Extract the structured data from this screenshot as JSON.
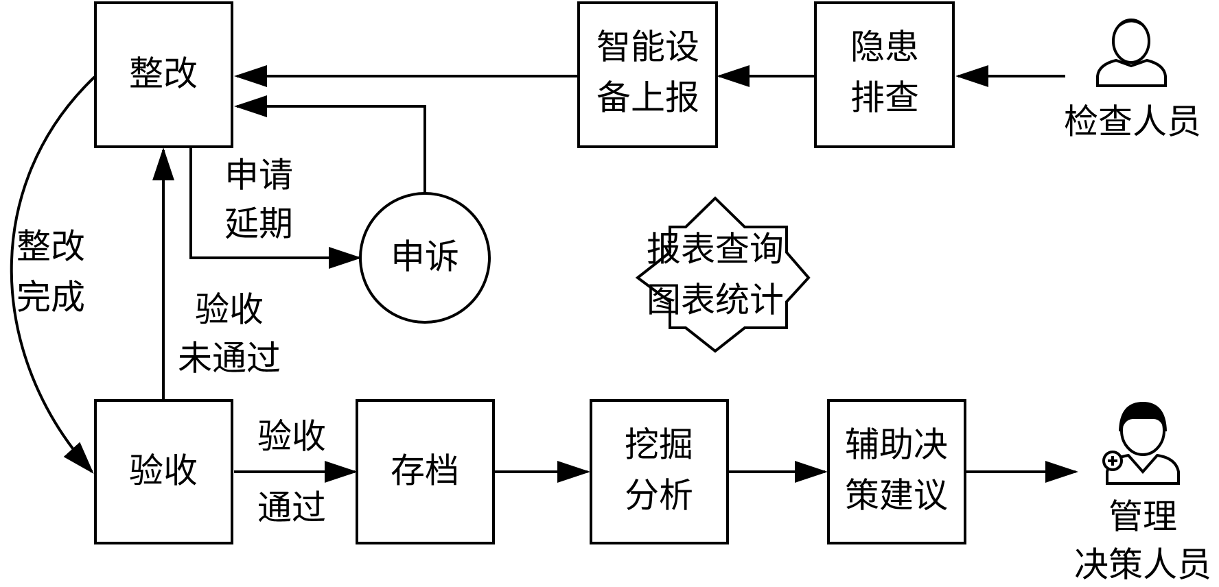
{
  "nodes": {
    "rectify": [
      "整改"
    ],
    "smart_device": [
      "智能设",
      "备上报"
    ],
    "hazard_check": [
      "隐患",
      "排查"
    ],
    "appeal": [
      "申诉"
    ],
    "report": [
      "报表查询",
      "图表统计"
    ],
    "acceptance": [
      "验收"
    ],
    "archive": [
      "存档"
    ],
    "mining": [
      "挖掘",
      "分析"
    ],
    "decision": [
      "辅助决",
      "策建议"
    ]
  },
  "actors": {
    "inspector": [
      "检查人员"
    ],
    "manager": [
      "管理",
      "决策人员"
    ]
  },
  "edge_labels": {
    "extension": [
      "申请",
      "延期"
    ],
    "rectify_done": [
      "整改",
      "完成"
    ],
    "accept_fail": [
      "验收",
      "未通过"
    ],
    "accept_pass_top": "验收",
    "accept_pass_bottom": "通过"
  },
  "colors": {
    "stroke": "#000000",
    "background": "#ffffff"
  },
  "icons": {
    "inspector": "person-icon",
    "manager": "person-plus-icon"
  }
}
